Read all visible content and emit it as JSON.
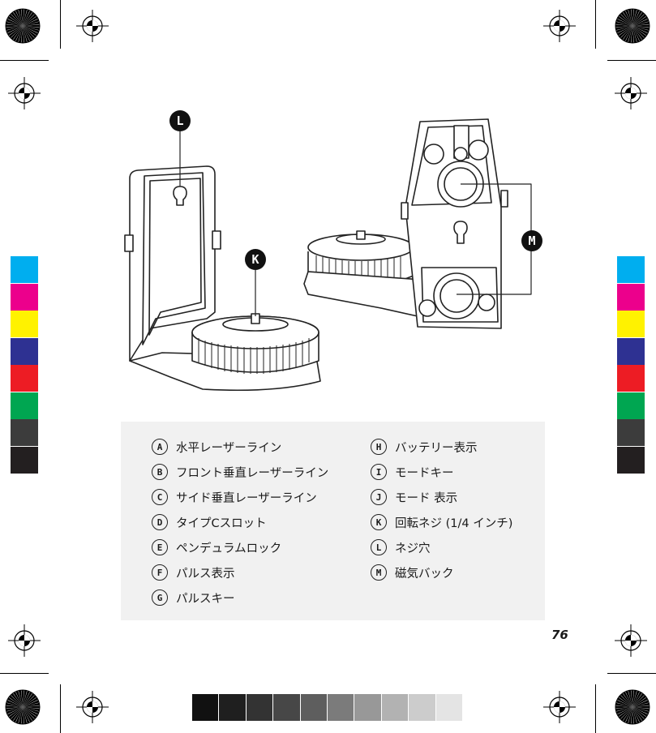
{
  "legend": {
    "left": [
      {
        "letter": "A",
        "label": "水平レーザーライン"
      },
      {
        "letter": "B",
        "label": "フロント垂直レーザーライン"
      },
      {
        "letter": "C",
        "label": "サイド垂直レーザーライン"
      },
      {
        "letter": "D",
        "label": "タイプCスロット"
      },
      {
        "letter": "E",
        "label": "ペンデュラムロック"
      },
      {
        "letter": "F",
        "label": "パルス表示"
      },
      {
        "letter": "G",
        "label": "パルスキー"
      }
    ],
    "right": [
      {
        "letter": "H",
        "label": "バッテリー表示"
      },
      {
        "letter": "I",
        "label": "モードキー"
      },
      {
        "letter": "J",
        "label": "モード 表示"
      },
      {
        "letter": "K",
        "label": "回転ネジ (1/4 インチ)"
      },
      {
        "letter": "L",
        "label": "ネジ穴"
      },
      {
        "letter": "M",
        "label": "磁気バック"
      }
    ]
  },
  "callouts": {
    "l": "L",
    "k": "K",
    "m": "M"
  },
  "page_number": "76",
  "colors": {
    "color_bar": [
      "#00aeef",
      "#ec008c",
      "#fff200",
      "#2e3192",
      "#ed1c24",
      "#00a651",
      "#3c3c3c",
      "#231f20"
    ],
    "gray_bar": [
      "#111111",
      "#1f1f1f",
      "#333333",
      "#474747",
      "#5e5e5e",
      "#7b7b7b",
      "#989898",
      "#b2b2b2",
      "#cccccc",
      "#e4e4e4"
    ],
    "legend_bg": "#f1f1f1"
  }
}
